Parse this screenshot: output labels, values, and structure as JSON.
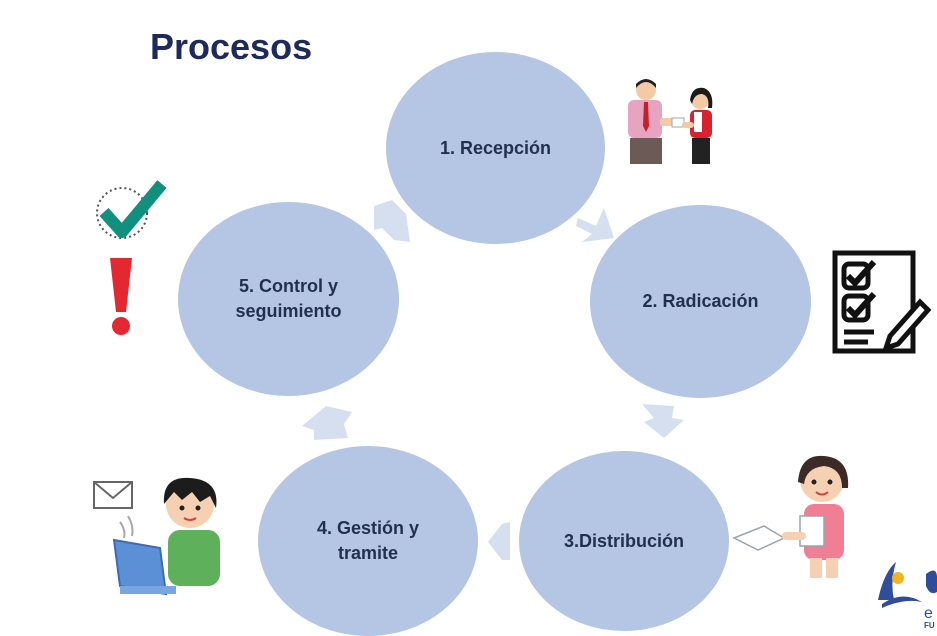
{
  "slide": {
    "title": "Procesos"
  },
  "cycle": {
    "steps": [
      {
        "label": "1. Recepción"
      },
      {
        "label": "2. Radicación"
      },
      {
        "label": "3.Distribución"
      },
      {
        "label": "4. Gestión y\ntramite"
      },
      {
        "label": "5. Control y\nseguimiento"
      }
    ],
    "fill_color": "#b4c6e4",
    "arrow_color": "#d5dff0",
    "text_color": "#22304f"
  },
  "illustrations": [
    {
      "icon": "handshake-people-icon"
    },
    {
      "icon": "checklist-form-icon"
    },
    {
      "icon": "girl-with-papers-icon"
    },
    {
      "icon": "boy-laptop-email-icon"
    },
    {
      "icon": "checkmark-exclamation-icon"
    }
  ]
}
